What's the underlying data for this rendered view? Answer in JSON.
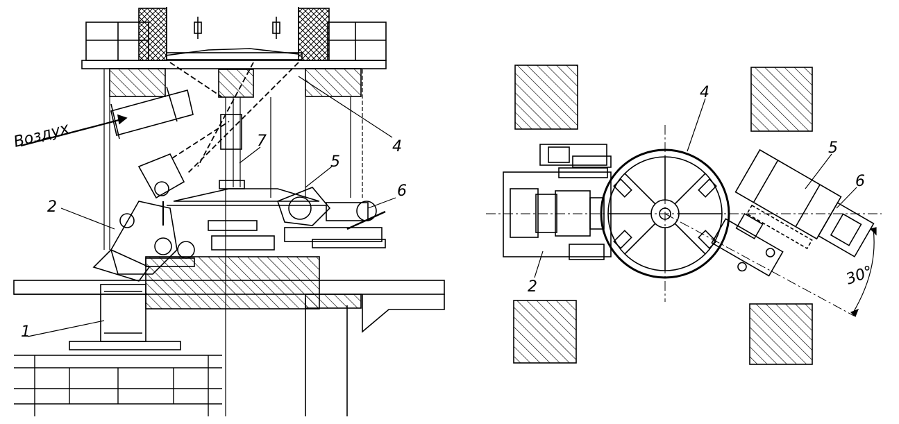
{
  "diagram": {
    "left_view": {
      "air_label": "Воздух",
      "labels": [
        "1",
        "2",
        "7",
        "4",
        "5",
        "6"
      ]
    },
    "right_view": {
      "labels": [
        "4",
        "5",
        "6",
        "2"
      ],
      "angle_label": "30°"
    }
  }
}
